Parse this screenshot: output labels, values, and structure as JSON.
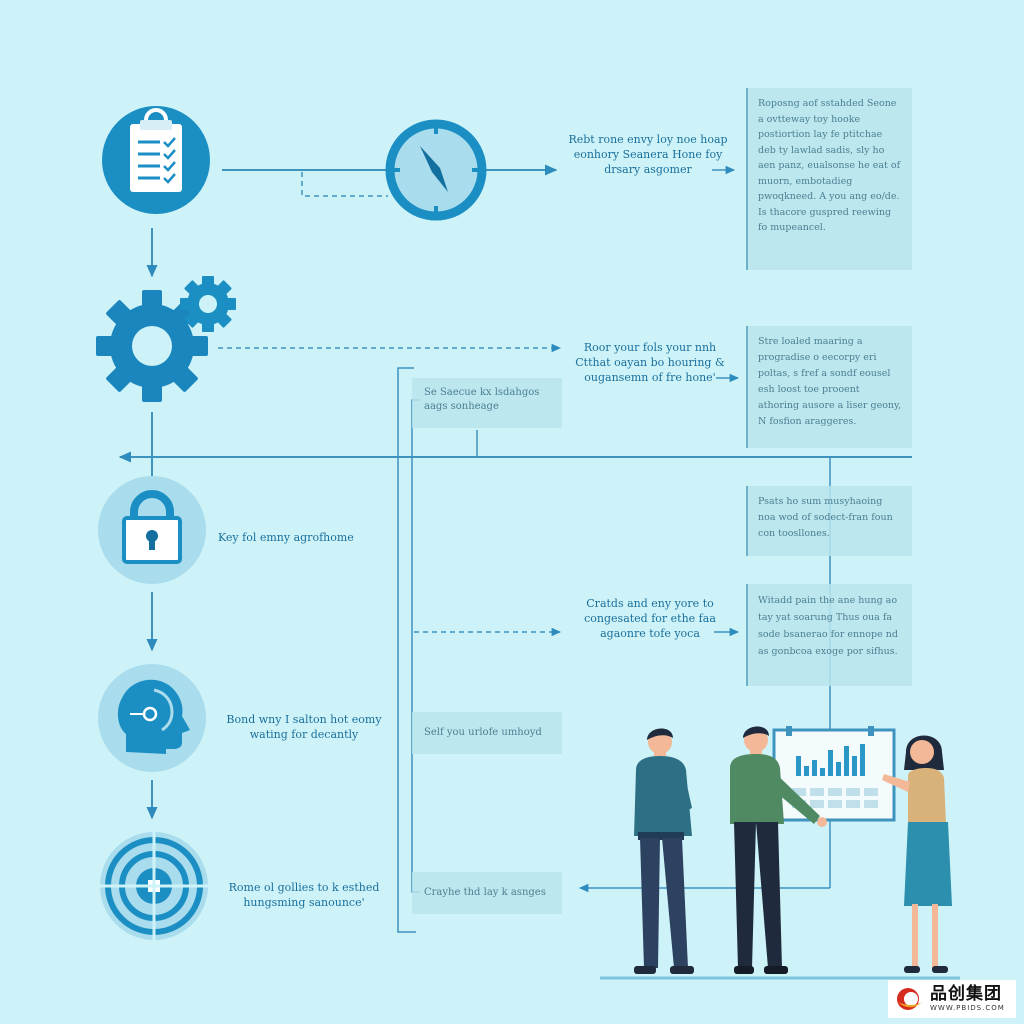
{
  "colors": {
    "background": "#cdf3f8",
    "primary": "#1b8fc3",
    "dark": "#126f9e",
    "light_circle": "#a9dcec",
    "connector": "#3e93bf",
    "box": "#bae4ec"
  },
  "nodes": [
    {
      "icon": "clipboard-lock-icon",
      "style": "solid"
    },
    {
      "icon": "gears-icon",
      "style": "plain"
    },
    {
      "icon": "padlock-icon",
      "style": "light",
      "label": "Key fol emny agrofhome"
    },
    {
      "icon": "head-profile-icon",
      "style": "light",
      "label": "Bond wny I salton hot eomy wating for decantly"
    },
    {
      "icon": "target-icon",
      "style": "light",
      "label": "Rome ol gollies to k esthed hungsming sanounce'"
    }
  ],
  "compass": {
    "icon": "compass-icon"
  },
  "mid_labels": [
    "Rebt rone envy loy noe hoap eonhory Seanera Hone foy drsary asgomer",
    "Roor your fols your nnh Ctthat oayan bo houring & ougansemn of fre hone'",
    "Cratds and eny yore to congesated for ethe faa agaonre tofe yoca"
  ],
  "side_notes": [
    "Roposng aof sstahded Seone a ovtteway toy hooke postiortion lay fe ptitchae deb ty lawlad sadis, sly ho aen panz, eualsonse he eat of muorn, embotadieg pwoqkneed. A you ang eo/de. Is thacore guspred reewing fo mupeancel.",
    "Stre loaled maaring a progradise o eecorpy eri poltas, s fref a sondf eousel esh loost toe prooent athoring ausore a liser geony, N fosfion araggeres.",
    "Psats ho sum musyhaoing noa wod of sodect-fran foun con toosllones.",
    "Witadd pain the ane hung ao tay yat soarung Thus oua fa sode bsanerao for ennope nd as gonbcoa exoge por sifhus."
  ],
  "inner_boxes": [
    "Se Saecue kx lsdahgos aags sonheage",
    "Self you urlofe umhoyd",
    "Crayhe thd lay k asnges"
  ],
  "watermark": {
    "brand": "品创集团",
    "url": "WWW.PBIDS.COM"
  }
}
